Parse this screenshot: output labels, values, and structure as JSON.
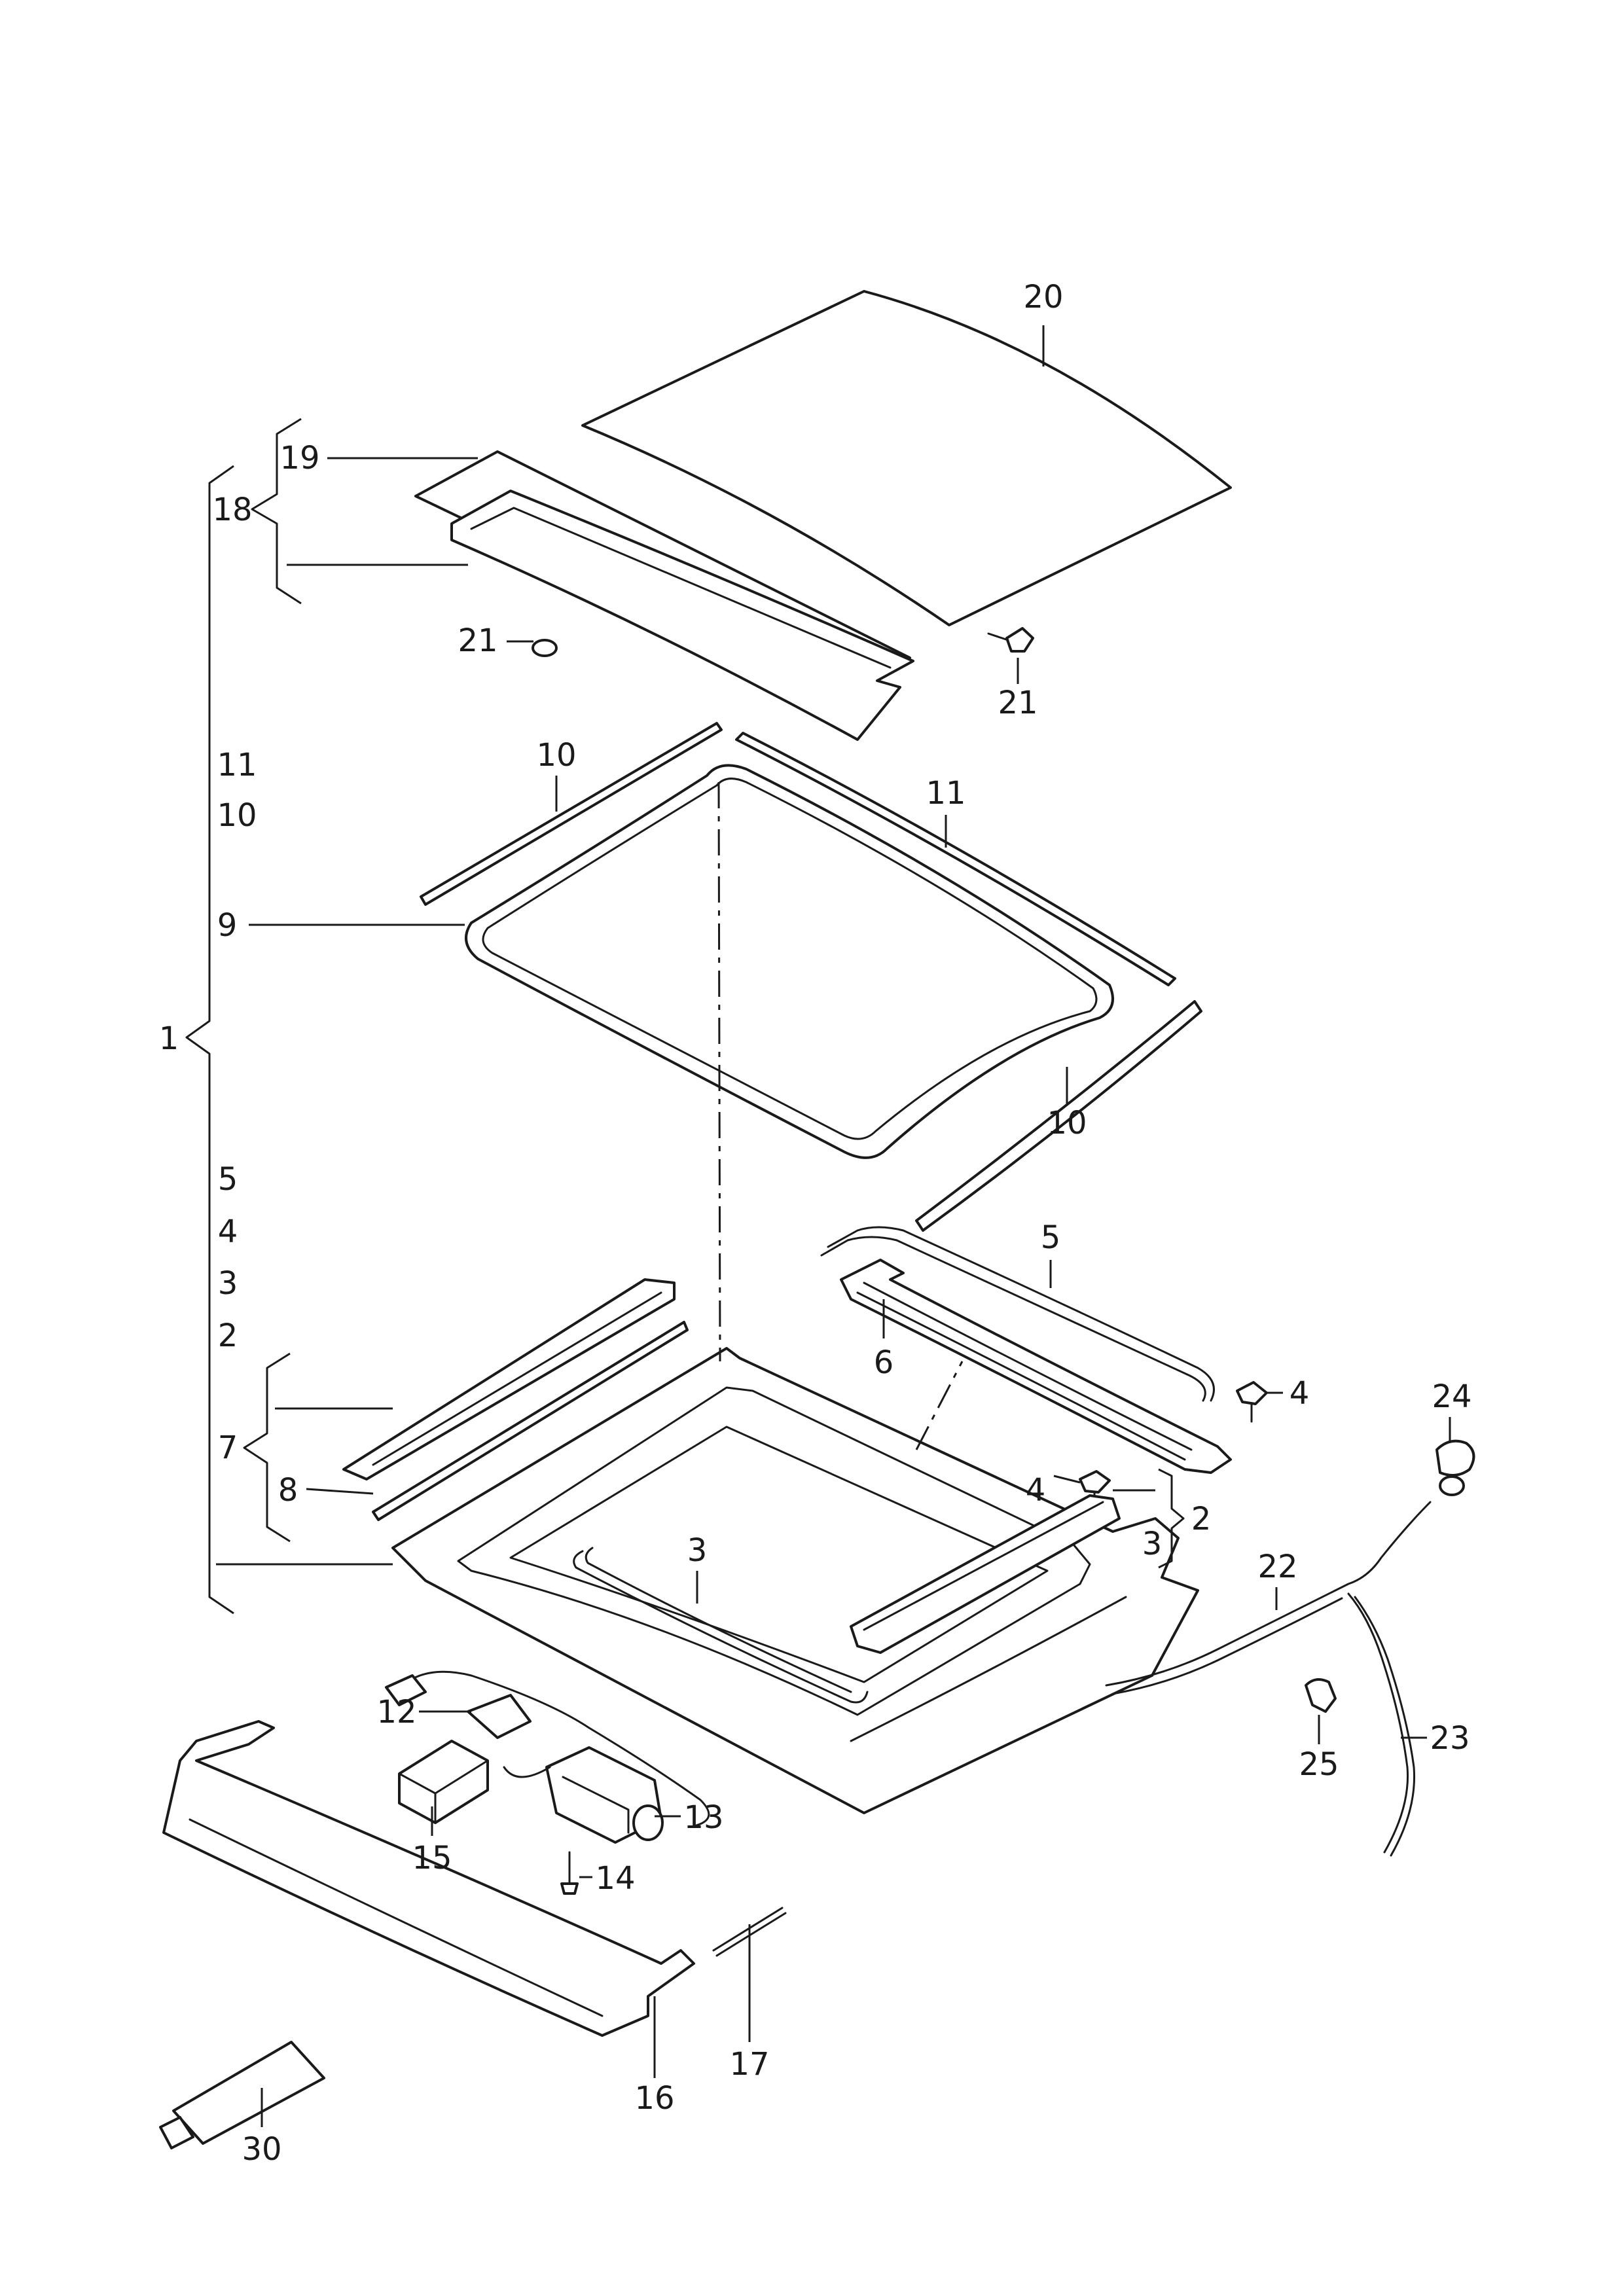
{
  "diagram": {
    "callouts": {
      "c20": "20",
      "c19": "19",
      "c18": "18",
      "c21a": "21",
      "c21b": "21",
      "c11a": "11",
      "c10a": "10",
      "c10b": "10",
      "c11b": "11",
      "c9": "9",
      "c10c": "10",
      "c1": "1",
      "c5a": "5",
      "c4a": "4",
      "c3a": "3",
      "c2a": "2",
      "c5b": "5",
      "c6": "6",
      "c4b": "4",
      "c4c": "4",
      "c24": "24",
      "c7": "7",
      "c8": "8",
      "c2b": "2",
      "c3b": "3",
      "c3c": "3",
      "c22": "22",
      "c12": "12",
      "c23": "23",
      "c25": "25",
      "c13": "13",
      "c15": "15",
      "c14": "14",
      "c17": "17",
      "c16": "16",
      "c30": "30"
    }
  }
}
